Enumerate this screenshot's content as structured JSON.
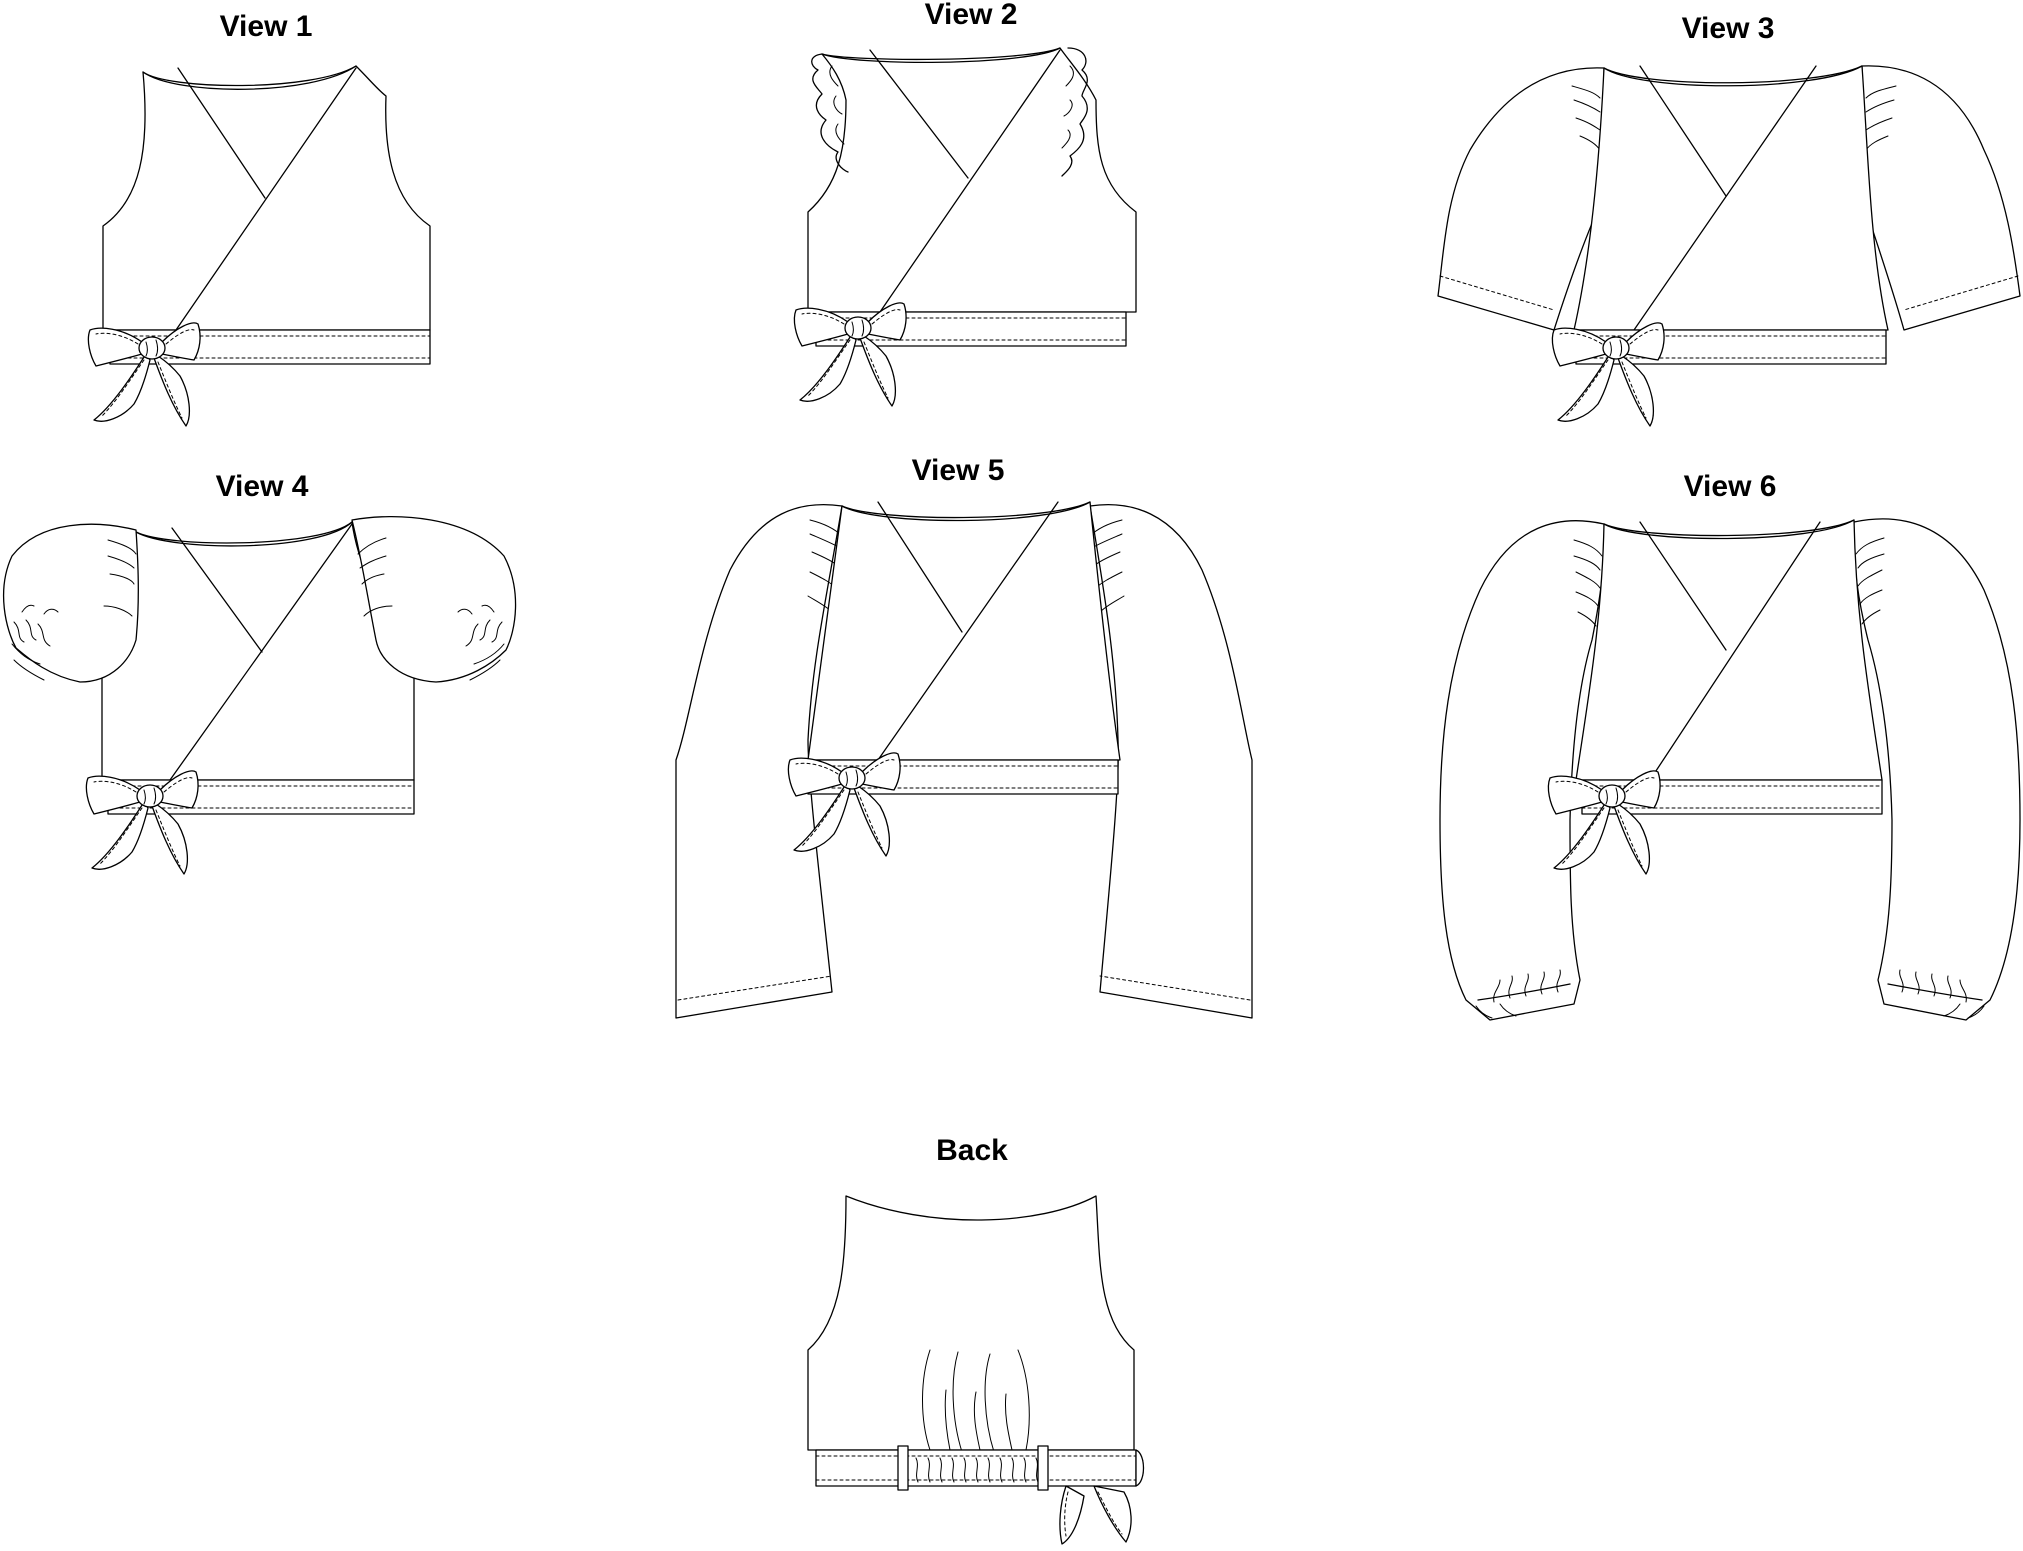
{
  "views": [
    {
      "id": "view-1",
      "label": "View 1"
    },
    {
      "id": "view-2",
      "label": "View 2"
    },
    {
      "id": "view-3",
      "label": "View 3"
    },
    {
      "id": "view-4",
      "label": "View 4"
    },
    {
      "id": "view-5",
      "label": "View 5"
    },
    {
      "id": "view-6",
      "label": "View 6"
    },
    {
      "id": "back",
      "label": "Back"
    }
  ],
  "colors": {
    "line": "#000000",
    "background": "#ffffff"
  }
}
